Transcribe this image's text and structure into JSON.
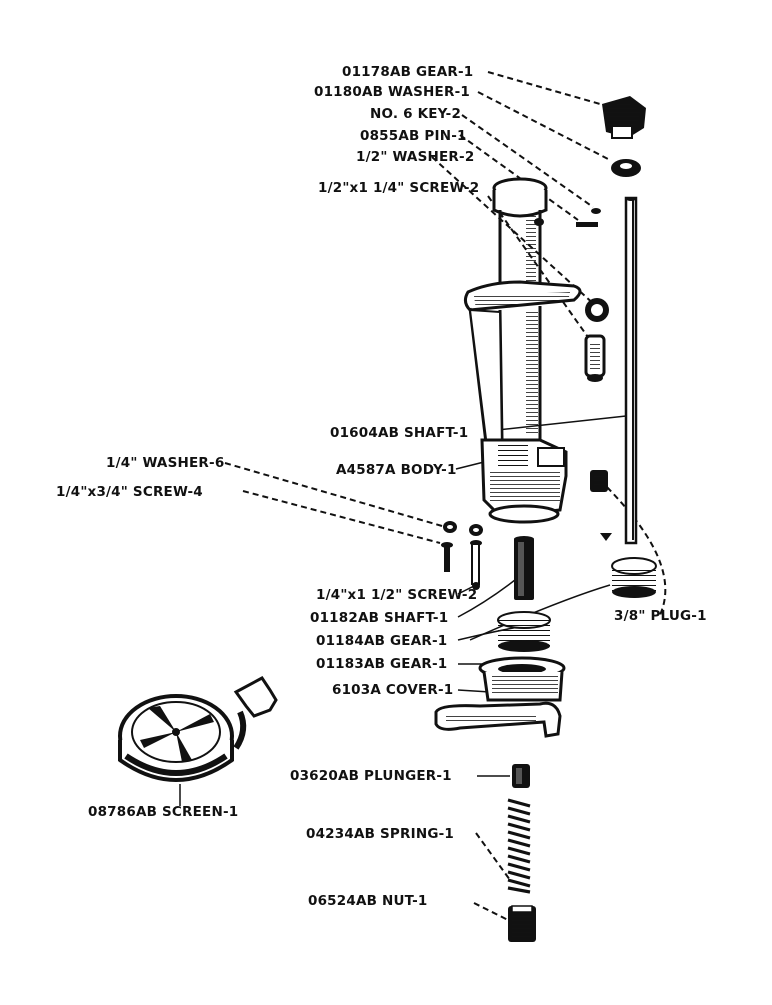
{
  "labels": {
    "gear_01178": "01178AB GEAR-1",
    "washer_01180": "01180AB WASHER-1",
    "key": "NO. 6 KEY-2",
    "pin": "0855AB PIN-1",
    "washer_half": "1/2\" WASHER-2",
    "screw_half": "1/2\"x1 1/4\" SCREW-2",
    "shaft_01604": "01604AB SHAFT-1",
    "washer_quarter": "1/4\" WASHER-6",
    "body": "A4587A BODY-1",
    "screw_quarter_34": "1/4\"x3/4\" SCREW-4",
    "screw_quarter_112": "1/4\"x1 1/2\" SCREW-2",
    "shaft_01182": "01182AB SHAFT-1",
    "plug": "3/8\" PLUG-1",
    "gear_01184": "01184AB GEAR-1",
    "gear_01183": "01183AB GEAR-1",
    "cover": "6103A COVER-1",
    "plunger": "03620AB PLUNGER-1",
    "screen": "08786AB SCREEN-1",
    "spring": "04234AB SPRING-1",
    "nut": "06524AB NUT-1"
  }
}
